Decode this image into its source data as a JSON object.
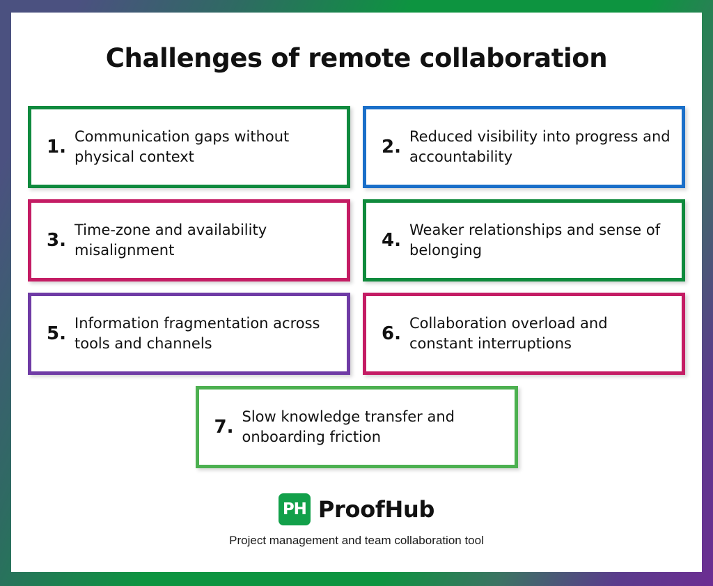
{
  "frame": {
    "gradient_start_color": "#4b5180",
    "gradient_mid_color": "#0d9440",
    "gradient_end_color": "#6c2d92"
  },
  "header": {
    "title": "Challenges of remote collaboration"
  },
  "cards": [
    {
      "number": "1.",
      "text": "Communication gaps without physical context",
      "border_color": "#108a3e",
      "column": "left",
      "row": 1
    },
    {
      "number": "2.",
      "text": "Reduced visibility into progress and accountability",
      "border_color": "#1a6fc9",
      "column": "right",
      "row": 1
    },
    {
      "number": "3.",
      "text": "Time-zone and availability misalignment",
      "border_color": "#c41c64",
      "column": "left",
      "row": 2
    },
    {
      "number": "4.",
      "text": "Weaker relationships and sense of belonging",
      "border_color": "#0f8a3c",
      "column": "right",
      "row": 2
    },
    {
      "number": "5.",
      "text": "Information fragmentation across tools and channels",
      "border_color": "#6f3ba5",
      "column": "left",
      "row": 3
    },
    {
      "number": "6.",
      "text": "Collaboration overload and constant interruptions",
      "border_color": "#c41c64",
      "column": "right",
      "row": 3
    },
    {
      "number": "7.",
      "text": "Slow knowledge transfer and onboarding friction",
      "border_color": "#4cb050",
      "column": "center",
      "row": 4
    }
  ],
  "footer": {
    "logo_mark_text": "PH",
    "logo_mark_color": "#12a04a",
    "brand_name": "ProofHub",
    "tagline": "Project management and team collaboration tool"
  }
}
